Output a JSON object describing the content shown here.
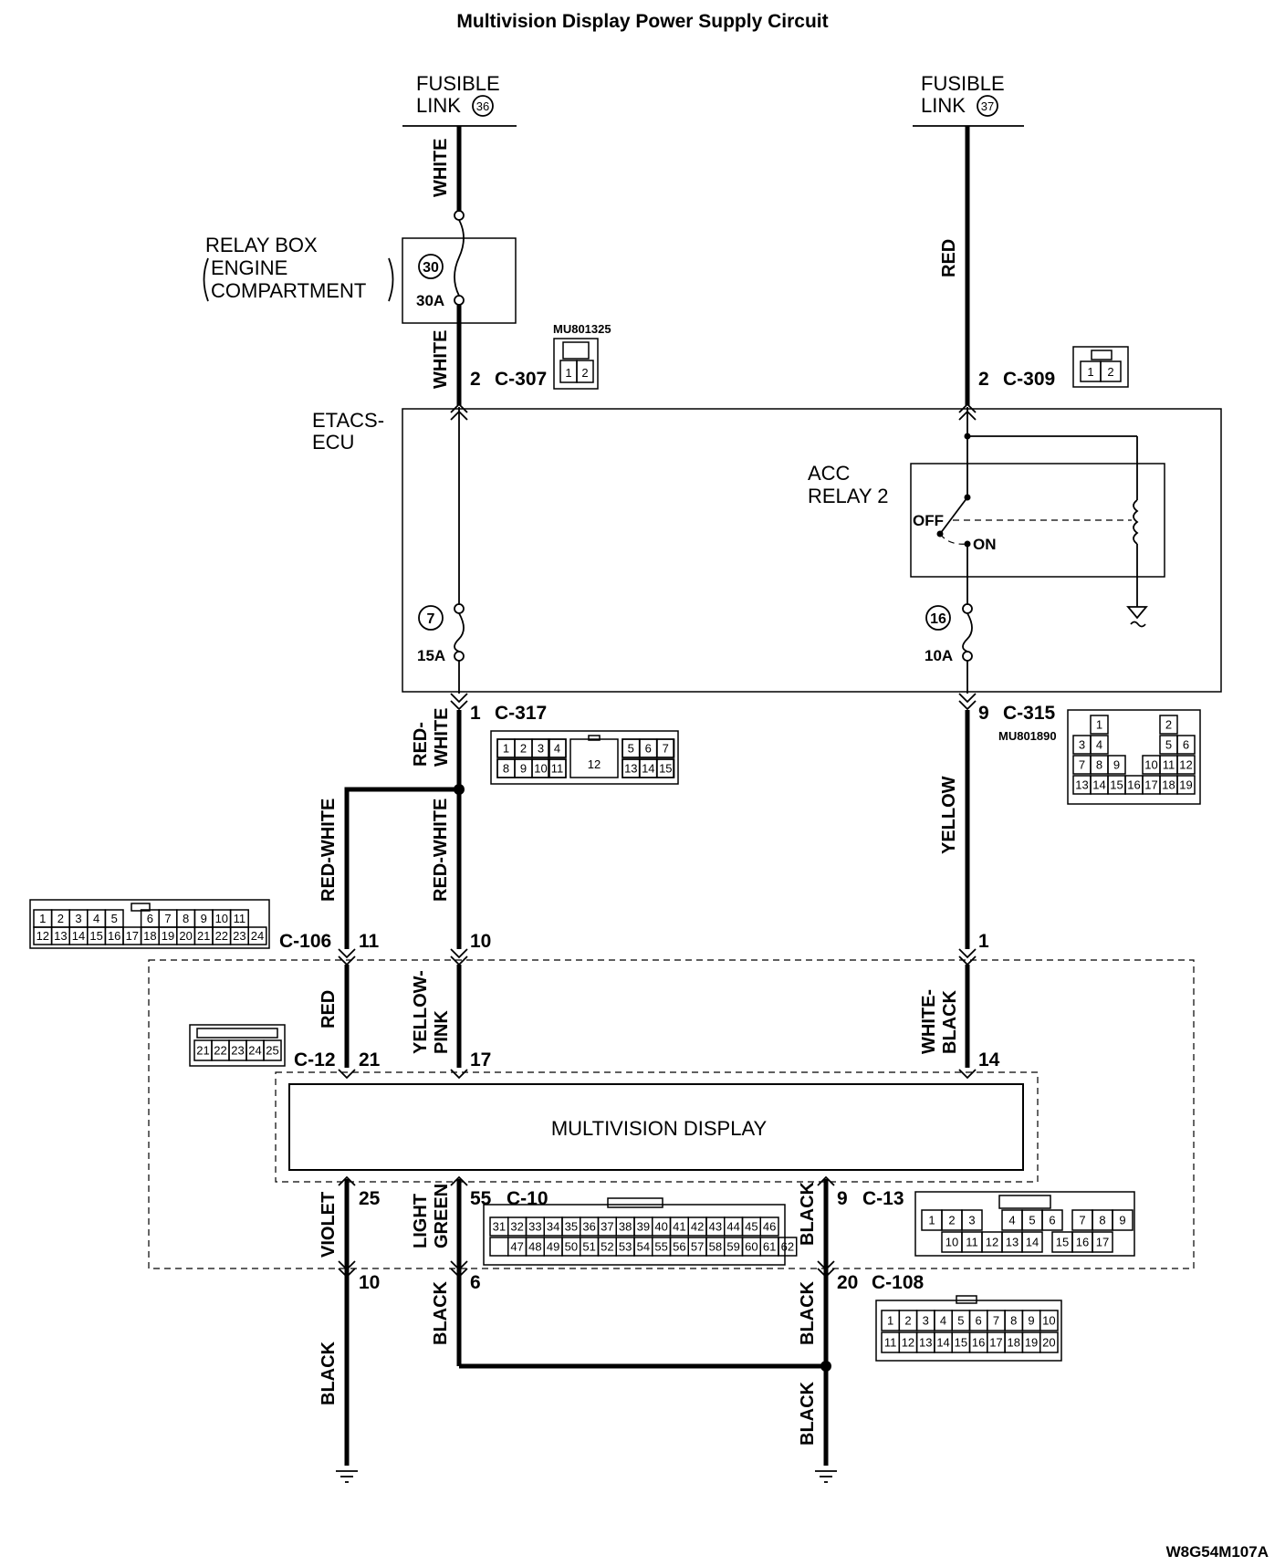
{
  "title": "Multivision Display Power Supply Circuit",
  "footer_code": "W8G54M107A",
  "fusible_links": [
    {
      "line1": "FUSIBLE",
      "line2": "LINK",
      "number": "36"
    },
    {
      "line1": "FUSIBLE",
      "line2": "LINK",
      "number": "37"
    }
  ],
  "relay_box": {
    "line1": "RELAY BOX",
    "line2": "ENGINE",
    "line3": "COMPARTMENT",
    "fuse_number": "30",
    "fuse_rating": "30A"
  },
  "etacs": {
    "line1": "ETACS-",
    "line2": "ECU",
    "fuse_left": {
      "number": "7",
      "rating": "15A"
    },
    "fuse_right": {
      "number": "16",
      "rating": "10A"
    },
    "relay": {
      "line1": "ACC",
      "line2": "RELAY 2",
      "off": "OFF",
      "on": "ON"
    }
  },
  "display": {
    "label": "MULTIVISION DISPLAY"
  },
  "wires": {
    "white_top": "WHITE",
    "white_mid": "WHITE",
    "red": "RED",
    "red_white_a1": "RED-",
    "red_white_a2": "WHITE",
    "red_white_b": "RED-WHITE",
    "red_white_c": "RED-WHITE",
    "yellow": "YELLOW",
    "red_lower": "RED",
    "yellow_pink1": "YELLOW-",
    "yellow_pink2": "PINK",
    "white_black1": "WHITE-",
    "white_black2": "BLACK",
    "violet": "VIOLET",
    "light_green1": "LIGHT",
    "light_green2": "GREEN",
    "black_c13": "BLACK",
    "black_left": "BLACK",
    "black_mid": "BLACK",
    "black_right": "BLACK",
    "black_right_low": "BLACK"
  },
  "connectors": {
    "c307": {
      "pin": "2",
      "name": "C-307",
      "part": "MU801325",
      "cells": [
        "1",
        "2"
      ]
    },
    "c309": {
      "pin": "2",
      "name": "C-309",
      "cells": [
        "1",
        "2"
      ]
    },
    "c317": {
      "pin": "1",
      "name": "C-317",
      "row1": [
        "1",
        "2",
        "3",
        "4",
        "5",
        "6",
        "7"
      ],
      "row2": [
        "8",
        "9",
        "10",
        "11",
        "13",
        "14",
        "15"
      ],
      "center": "12"
    },
    "c315": {
      "pin": "9",
      "name": "C-315",
      "part": "MU801890",
      "row1": [
        "1",
        "2"
      ],
      "row2": [
        "3",
        "4",
        "5",
        "6"
      ],
      "row3": [
        "7",
        "8",
        "9",
        "10",
        "11",
        "12"
      ],
      "row4": [
        "13",
        "14",
        "15",
        "16",
        "17",
        "18",
        "19"
      ]
    },
    "c106": {
      "name": "C-106",
      "pin_left": "11",
      "pin_mid": "10",
      "pin_right": "1",
      "row1": [
        "1",
        "2",
        "3",
        "4",
        "5",
        "6",
        "7",
        "8",
        "9",
        "10",
        "11"
      ],
      "row2": [
        "12",
        "13",
        "14",
        "15",
        "16",
        "17",
        "18",
        "19",
        "20",
        "21",
        "22",
        "23",
        "24"
      ]
    },
    "c12": {
      "name": "C-12",
      "pin_left": "21",
      "pin_mid": "17",
      "pin_right": "14",
      "cells": [
        "21",
        "22",
        "23",
        "24",
        "25"
      ]
    },
    "c10": {
      "name": "C-10",
      "pin_left": "25",
      "pin_mid": "55",
      "row1": [
        "31",
        "32",
        "33",
        "34",
        "35",
        "36",
        "37",
        "38",
        "39",
        "40",
        "41",
        "42",
        "43",
        "44",
        "45",
        "46"
      ],
      "row2": [
        "47",
        "48",
        "49",
        "50",
        "51",
        "52",
        "53",
        "54",
        "55",
        "56",
        "57",
        "58",
        "59",
        "60",
        "61",
        "62"
      ]
    },
    "c13": {
      "name": "C-13",
      "pin": "9",
      "row1": [
        "1",
        "2",
        "3",
        "4",
        "5",
        "6",
        "7",
        "8",
        "9"
      ],
      "row2": [
        "10",
        "11",
        "12",
        "13",
        "14",
        "15",
        "16",
        "17"
      ]
    },
    "c108": {
      "name": "C-108",
      "pin_left": "10",
      "pin_mid": "6",
      "pin_right": "20",
      "row1": [
        "1",
        "2",
        "3",
        "4",
        "5",
        "6",
        "7",
        "8",
        "9",
        "10"
      ],
      "row2": [
        "11",
        "12",
        "13",
        "14",
        "15",
        "16",
        "17",
        "18",
        "19",
        "20"
      ]
    }
  }
}
